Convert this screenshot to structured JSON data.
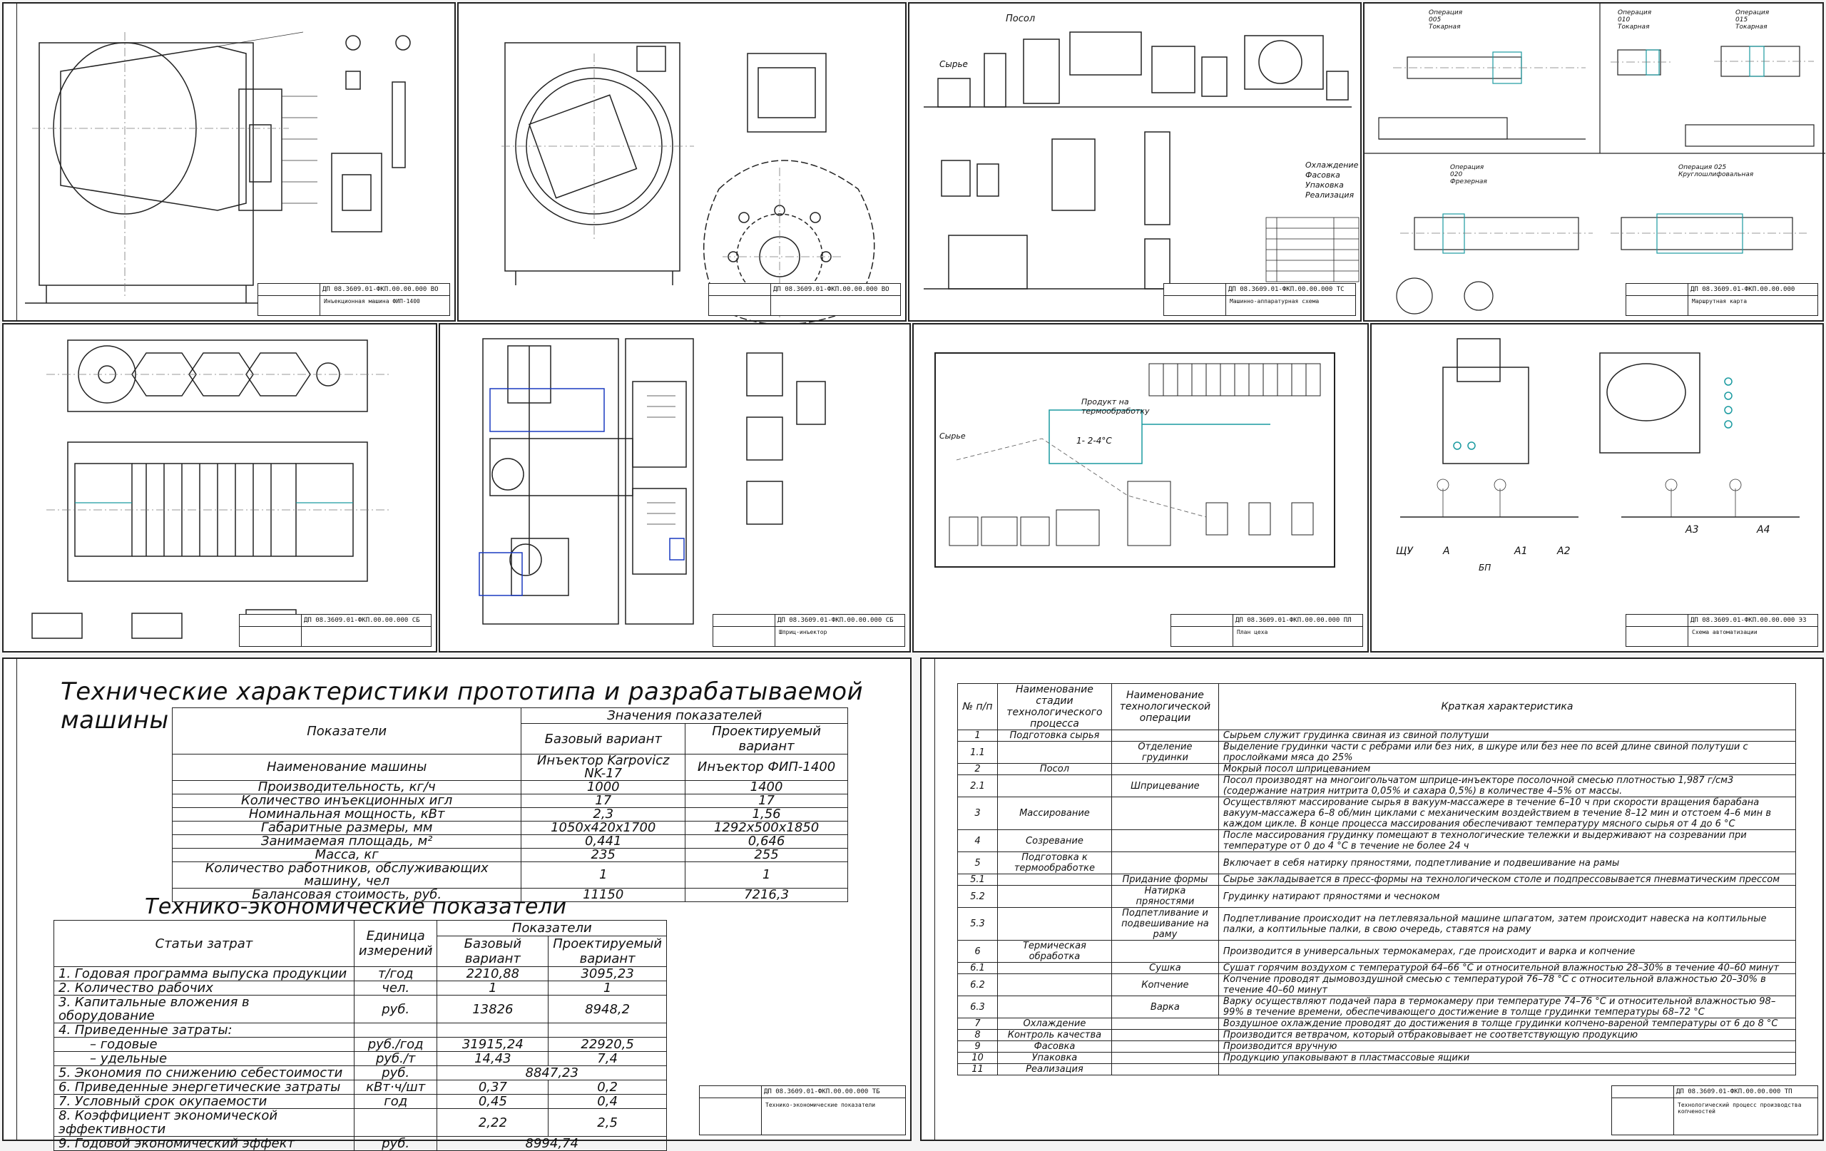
{
  "sheets": [
    {
      "id": "s1",
      "code": "ДП 08.3609.01-ФКП.00.00.000 ВО",
      "name": "Инъекционная машина ФИП-1400"
    },
    {
      "id": "s2",
      "code": "ДП 08.3609.01-ФКП.00.00.000 ВО",
      "name": ""
    },
    {
      "id": "s3",
      "code": "ДП 08.3609.01-ФКП.00.00.000 ТС",
      "name": "Машинно-аппаратурная схема"
    },
    {
      "id": "s4",
      "code": "ДП 08.3609.01-ФКП.00.00.000",
      "name": "Маршрутная карта"
    },
    {
      "id": "s5",
      "code": "ДП 08.3609.01-ФКП.00.00.000 СБ",
      "name": ""
    },
    {
      "id": "s6",
      "code": "ДП 08.3609.01-ФКП.00.00.000 СБ",
      "name": "Шприц-инъектор"
    },
    {
      "id": "s7",
      "code": "ДП 08.3609.01-ФКП.00.00.000 ПЛ",
      "name": "План цеха"
    },
    {
      "id": "s8",
      "code": "ДП 08.3609.01-ФКП.00.00.000 Э3",
      "name": "Схема автоматизации"
    },
    {
      "id": "s9",
      "code": "ДП 08.3609.01-ФКП.00.00.000 ТБ",
      "name": "Технико-экономические показатели"
    },
    {
      "id": "s10",
      "code": "ДП 08.3609.01-ФКП.00.00.000 ТП",
      "name": "Технологический процесс производства копченостей"
    }
  ],
  "labels": {
    "s3_posol": "Посол",
    "s3_syrye": "Сырье",
    "s3_right": [
      "Охлаждение",
      "Фасовка",
      "Упаковка",
      "Реализация"
    ],
    "s4_ops": [
      "Операция 005 Токарная",
      "Операция 010 Токарная",
      "Операция 015 Токарная",
      "Операция 020 Фрезерная",
      "Операция 025 Круглошлифовальная"
    ],
    "s7_note": "Продукт на термообработку",
    "s7_syrye": "Сырье",
    "s7_temp": "1- 2-4°С",
    "s8_labels": [
      "ЩУ",
      "А",
      "А1",
      "А2",
      "А3",
      "А4",
      "БП"
    ]
  },
  "tech": {
    "title": "Технические характеристики прототипа и разрабатываемой машины",
    "col_indicators": "Показатели",
    "col_values": "Значения показателей",
    "col_base": "Базовый вариант",
    "col_new": "Проектируемый вариант",
    "rows": [
      {
        "name": "Наименование машины",
        "base": "Инъектор Karpovicz NK-17",
        "new": "Инъектор ФИП-1400"
      },
      {
        "name": "Производительность, кг/ч",
        "base": "1000",
        "new": "1400"
      },
      {
        "name": "Количество инъекционных игл",
        "base": "17",
        "new": "17"
      },
      {
        "name": "Номинальная мощность, кВт",
        "base": "2,3",
        "new": "1,56"
      },
      {
        "name": "Габаритные размеры, мм",
        "base": "1050х420х1700",
        "new": "1292х500х1850"
      },
      {
        "name": "Занимаемая площадь, м²",
        "base": "0,441",
        "new": "0,646"
      },
      {
        "name": "Масса, кг",
        "base": "235",
        "new": "255"
      },
      {
        "name": "Количество работников, обслуживающих машину, чел",
        "base": "1",
        "new": "1"
      },
      {
        "name": "Балансовая стоимость, руб.",
        "base": "11150",
        "new": "7216,3"
      }
    ]
  },
  "econ": {
    "title": "Технико-экономические показатели",
    "col_items": "Статьи затрат",
    "col_unit": "Единица измерений",
    "col_vals": "Показатели",
    "col_base": "Базовый вариант",
    "col_new": "Проектируемый вариант",
    "rows": [
      {
        "name": "1. Годовая программа выпуска продукции",
        "unit": "т/год",
        "base": "2210,88",
        "new": "3095,23"
      },
      {
        "name": "2. Количество рабочих",
        "unit": "чел.",
        "base": "1",
        "new": "1"
      },
      {
        "name": "3. Капитальные вложения в оборудование",
        "unit": "руб.",
        "base": "13826",
        "new": "8948,2"
      },
      {
        "name": "4. Приведенные затраты:",
        "unit": "",
        "base": "",
        "new": ""
      },
      {
        "name": "– годовые",
        "unit": "руб./год",
        "base": "31915,24",
        "new": "22920,5"
      },
      {
        "name": "– удельные",
        "unit": "руб./т",
        "base": "14,43",
        "new": "7,4"
      },
      {
        "name": "5. Экономия по снижению себестоимости",
        "unit": "руб.",
        "base": "8847,23",
        "new": ""
      },
      {
        "name": "6. Приведенные энергетические затраты",
        "unit": "кВт·ч/шт",
        "base": "0,37",
        "new": "0,2"
      },
      {
        "name": "7. Условный срок окупаемости",
        "unit": "год",
        "base": "0,45",
        "new": "0,4"
      },
      {
        "name": "8. Коэффициент экономической эффективности",
        "unit": "",
        "base": "2,22",
        "new": "2,5"
      },
      {
        "name": "9. Годовой экономический эффект",
        "unit": "руб.",
        "base": "8994,74",
        "new": ""
      }
    ]
  },
  "proc": {
    "col_num": "№ п/п",
    "col_stage": "Наименование стадии технологического процесса",
    "col_op": "Наименование технологической операции",
    "col_desc": "Краткая характеристика",
    "rows": [
      {
        "n": "1",
        "stage": "Подготовка сырья",
        "op": "",
        "desc": "Сырьем служит грудинка свиная из свиной полутуши"
      },
      {
        "n": "1.1",
        "stage": "",
        "op": "Отделение грудинки",
        "desc": "Выделение грудинки части с ребрами или без них, в шкуре или без нее по всей длине свиной полутуши с прослойками мяса до 25%"
      },
      {
        "n": "2",
        "stage": "Посол",
        "op": "",
        "desc": "Мокрый посол шприцеванием"
      },
      {
        "n": "2.1",
        "stage": "",
        "op": "Шприцевание",
        "desc": "Посол производят на многоигольчатом шприце-инъекторе посолочной смесью плотностью 1,987 г/см3 (содержание натрия нитрита 0,05% и сахара 0,5%) в количестве 4–5% от массы."
      },
      {
        "n": "3",
        "stage": "Массирование",
        "op": "",
        "desc": "Осуществляют массирование сырья в вакуум-массажере в течение 6–10 ч при скорости вращения барабана вакуум-массажера 6–8 об/мин циклами с механическим воздействием в течение 8–12 мин и отстоем 4–6 мин в каждом цикле. В конце процесса массирования обеспечивают температуру мясного сырья от 4 до 6 °С"
      },
      {
        "n": "4",
        "stage": "Созревание",
        "op": "",
        "desc": "После массирования грудинку помещают в технологические тележки и выдерживают на созревании при температуре от 0 до 4 °С в течение не более 24 ч"
      },
      {
        "n": "5",
        "stage": "Подготовка к термообработке",
        "op": "",
        "desc": "Включает в себя натирку пряностями, подпетливание и подвешивание на рамы"
      },
      {
        "n": "5.1",
        "stage": "",
        "op": "Придание формы",
        "desc": "Сырье закладывается в пресс-формы на технологическом столе и подпрессовывается пневматическим прессом"
      },
      {
        "n": "5.2",
        "stage": "",
        "op": "Натирка пряностями",
        "desc": "Грудинку натирают пряностями и чесноком"
      },
      {
        "n": "5.3",
        "stage": "",
        "op": "Подпетливание и подвешивание на раму",
        "desc": "Подпетливание происходит на петлевязальной машине шпагатом, затем происходит навеска на коптильные палки, а коптильные палки, в свою очередь, ставятся на раму"
      },
      {
        "n": "6",
        "stage": "Термическая обработка",
        "op": "",
        "desc": "Производится в универсальных термокамерах, где происходит и варка и копчение"
      },
      {
        "n": "6.1",
        "stage": "",
        "op": "Сушка",
        "desc": "Сушат горячим воздухом с температурой 64–66 °С и относительной влажностью 28–30% в течение 40–60 минут"
      },
      {
        "n": "6.2",
        "stage": "",
        "op": "Копчение",
        "desc": "Копчение проводят дымовоздушной смесью с температурой 76–78 °С с относительной влажностью 20–30% в течение 40–60 минут"
      },
      {
        "n": "6.3",
        "stage": "",
        "op": "Варка",
        "desc": "Варку осуществляют подачей пара в термокамеру при температуре 74–76 °С и относительной влажностью 98–99% в течение времени, обеспечивающего достижение в толще грудинки температуры 68–72 °С"
      },
      {
        "n": "7",
        "stage": "Охлаждение",
        "op": "",
        "desc": "Воздушное охлаждение проводят до достижения в толще грудинки копчено-вареной температуры от 6 до 8 °С"
      },
      {
        "n": "8",
        "stage": "Контроль качества",
        "op": "",
        "desc": "Производится ветврачом, который отбраковывает не соответствующую продукцию"
      },
      {
        "n": "9",
        "stage": "Фасовка",
        "op": "",
        "desc": "Производится вручную"
      },
      {
        "n": "10",
        "stage": "Упаковка",
        "op": "",
        "desc": "Продукцию упаковывают в пластмассовые ящики"
      },
      {
        "n": "11",
        "stage": "Реализация",
        "op": "",
        "desc": ""
      }
    ]
  }
}
